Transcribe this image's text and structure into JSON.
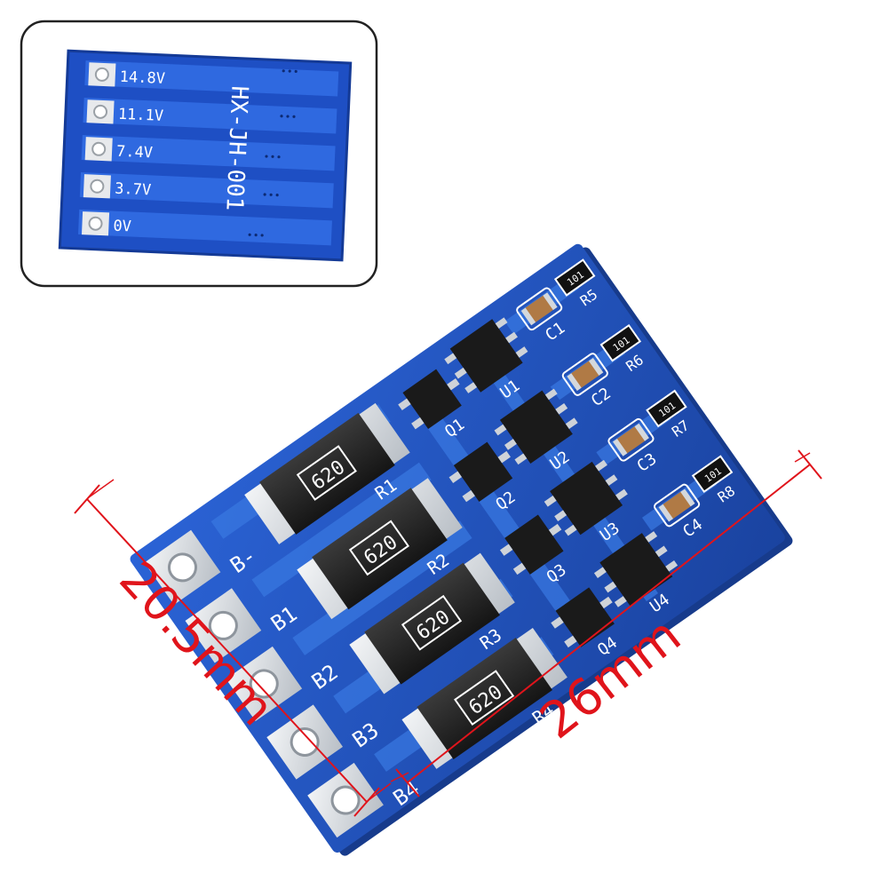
{
  "inset": {
    "voltage_labels": [
      "14.8V",
      "11.1V",
      "7.4V",
      "3.7V",
      "0V"
    ],
    "board_code": "HX-JH-001"
  },
  "board": {
    "pad_labels": [
      "B-",
      "B1",
      "B2",
      "B3",
      "B4"
    ],
    "power_resistors": [
      {
        "ref": "R1",
        "marking": "620"
      },
      {
        "ref": "R2",
        "marking": "620"
      },
      {
        "ref": "R3",
        "marking": "620"
      },
      {
        "ref": "R4",
        "marking": "620"
      }
    ],
    "mosfets": [
      "Q1",
      "Q2",
      "Q3",
      "Q4"
    ],
    "ics": [
      "U1",
      "U2",
      "U3",
      "U4"
    ],
    "capacitors": [
      "C1",
      "C2",
      "C3",
      "C4"
    ],
    "small_resistors": [
      {
        "ref": "R5",
        "marking": "101"
      },
      {
        "ref": "R6",
        "marking": "101"
      },
      {
        "ref": "R7",
        "marking": "101"
      },
      {
        "ref": "R8",
        "marking": "101"
      }
    ]
  },
  "dimensions": {
    "width_label": "26mm",
    "height_label": "20.5mm",
    "color": "#e0141b"
  },
  "colors": {
    "pcb_blue": "#1f4fb8",
    "pcb_trace": "#3a78e0",
    "pad_silver": "#d9dde2"
  }
}
